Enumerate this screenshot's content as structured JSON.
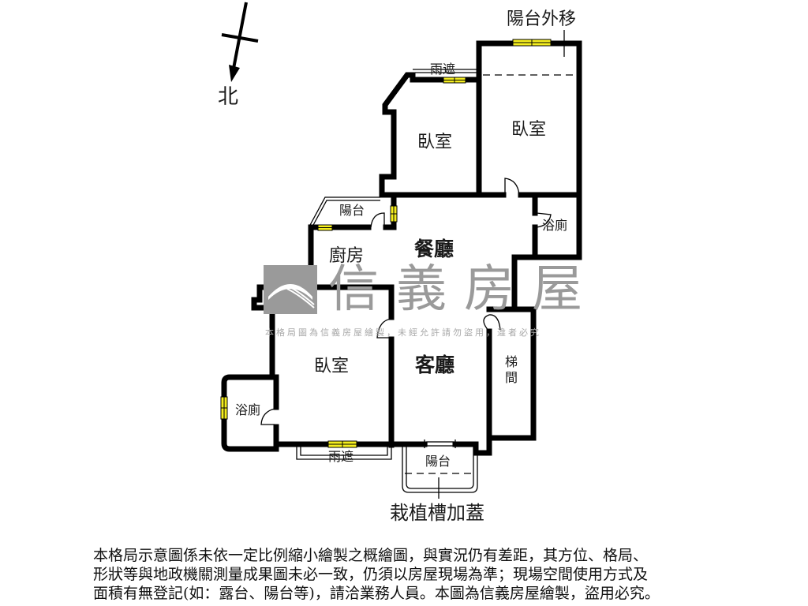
{
  "compass": {
    "north_label": "北",
    "icon": "north-arrow-icon"
  },
  "annotations": {
    "balcony_moved_out": "陽台外移",
    "planter_covered": "栽植槽加蓋"
  },
  "rooms": {
    "bedroom_top_left": "臥室",
    "bedroom_top_right": "臥室",
    "awning_top": "雨遮",
    "balcony_kitchen": "陽台",
    "dining": "餐廳",
    "kitchen": "廚房",
    "bath_right": "浴廁",
    "bedroom_bottom_left": "臥室",
    "living": "客廳",
    "stairs": "梯間",
    "bath_left": "浴廁",
    "awning_bottom": "雨遮",
    "balcony_living": "陽台"
  },
  "watermark": {
    "brand": "信義房屋",
    "notice": "本格局圖為信義房屋繪製，未經允許請勿盜用，違者必究"
  },
  "disclaimer": {
    "line1": "本格局示意圖係未依一定比例縮小繪製之概繪圖，與實況仍有差距，其方位、格局、",
    "line2": "形狀等與地政機關測量成果圖未必一致，仍須以房屋現場為準；現場空間使用方式及",
    "line3": "面積有無登記(如：露台、陽台等)，請洽業務人員。本圖為信義房屋繪製，盜用必究。"
  },
  "colors": {
    "wall": "#000000",
    "window": "#f5ee1e",
    "watermark": "#9a9a9a",
    "background": "#ffffff"
  }
}
